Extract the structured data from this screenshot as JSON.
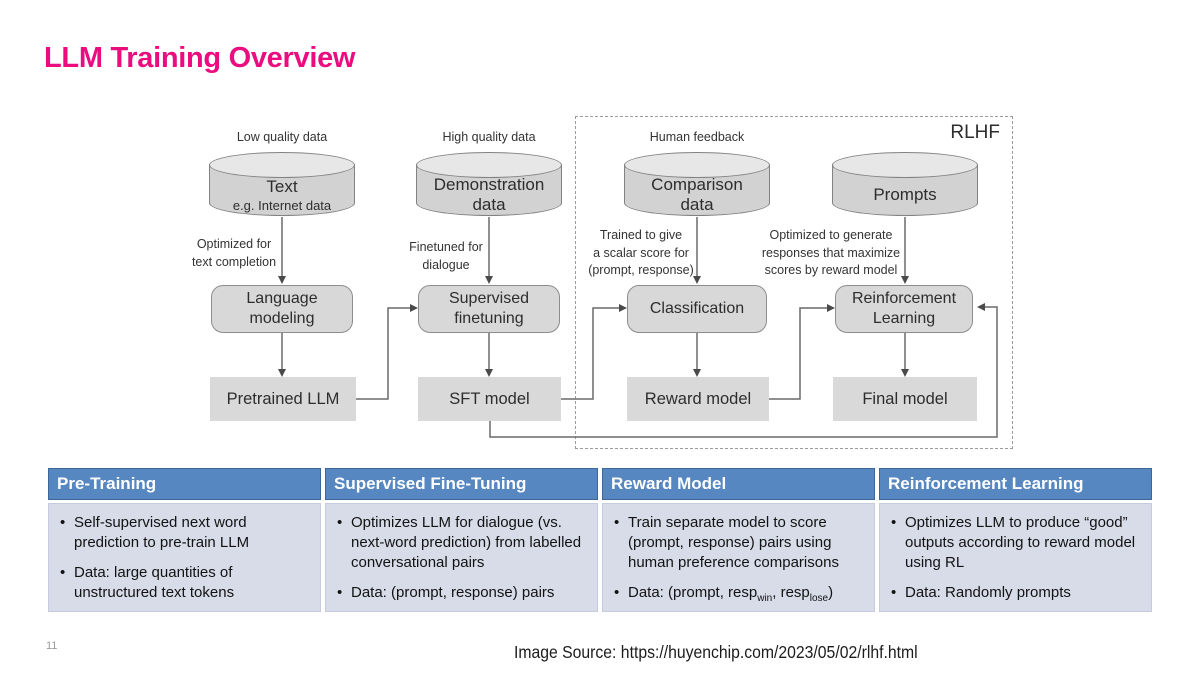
{
  "slide": {
    "title": "LLM Training Overview",
    "page_number": "11",
    "image_source": "Image Source: https://huyenchip.com/2023/05/02/rlhf.html"
  },
  "diagram": {
    "rlhf_label": "RLHF",
    "columns": [
      {
        "data_quality_label": "Low quality data",
        "cylinder_line1": "Text",
        "cylinder_line2": "e.g. Internet data",
        "arrow_label": "Optimized for\ntext completion",
        "process_box": "Language\nmodeling",
        "output_box": "Pretrained LLM"
      },
      {
        "data_quality_label": "High quality data",
        "cylinder_line1": "Demonstration\ndata",
        "arrow_label": "Finetuned for\ndialogue",
        "process_box": "Supervised\nfinetuning",
        "output_box": "SFT model"
      },
      {
        "data_quality_label": "Human feedback",
        "cylinder_line1": "Comparison\ndata",
        "arrow_label": "Trained to give\na scalar score for\n(prompt, response)",
        "process_box": "Classification",
        "output_box": "Reward model"
      },
      {
        "cylinder_line1": "Prompts",
        "arrow_label": "Optimized to generate\nresponses that maximize\nscores by reward model",
        "process_box": "Reinforcement\nLearning",
        "output_box": "Final model"
      }
    ]
  },
  "table": {
    "columns": [
      {
        "header": "Pre-Training",
        "bullets": [
          "Self-supervised next word prediction to pre-train LLM",
          "Data: large quantities of unstructured text tokens"
        ]
      },
      {
        "header": "Supervised Fine-Tuning",
        "bullets": [
          "Optimizes LLM for dialogue (vs. next-word prediction) from labelled conversational pairs",
          "Data: (prompt, response) pairs"
        ]
      },
      {
        "header": "Reward Model",
        "bullets": [
          "Train separate model to score (prompt, response) pairs using human preference comparisons"
        ],
        "data_bullet": {
          "prefix": "Data: (prompt, resp",
          "sub1": "win",
          "mid": ", resp",
          "sub2": "lose",
          "suffix": ")"
        }
      },
      {
        "header": "Reinforcement Learning",
        "bullets": [
          "Optimizes LLM to produce “good” outputs according to reward model using RL",
          "Data: Randomly prompts"
        ]
      }
    ]
  },
  "colors": {
    "title_pink": "#EB0D80",
    "table_header_blue": "#5787C1",
    "table_body_lavender": "#D8DCE9"
  }
}
